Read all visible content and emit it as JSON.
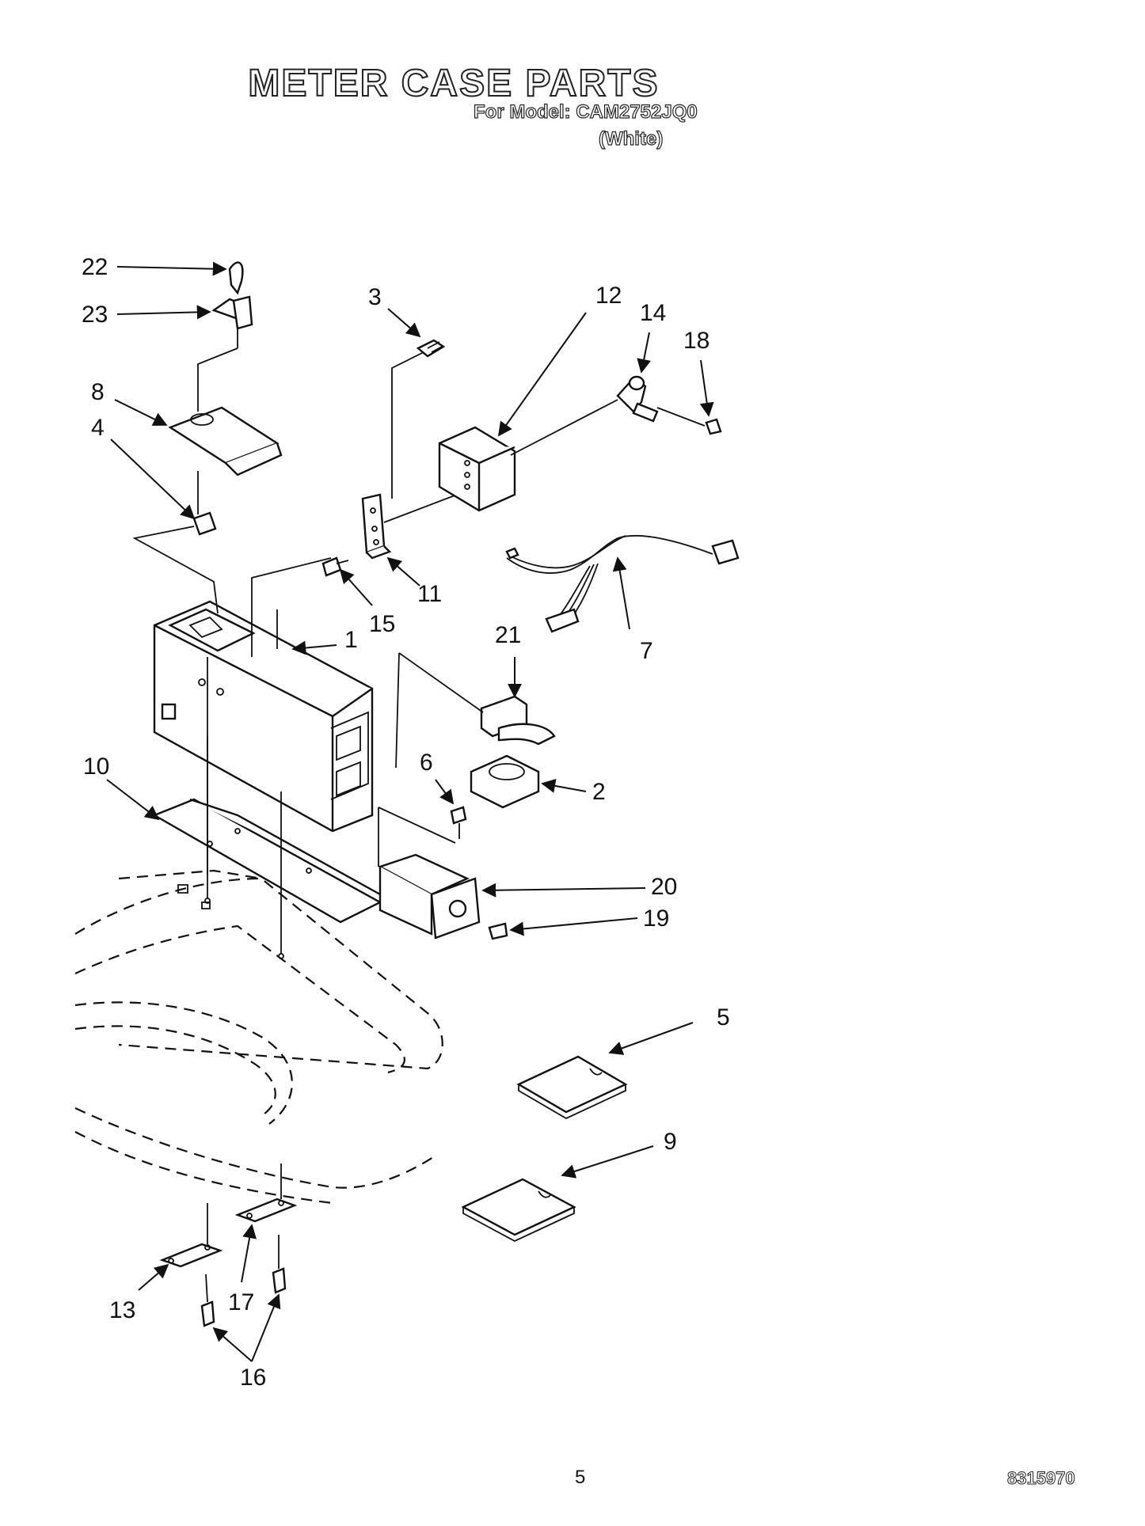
{
  "header": {
    "title": "METER CASE PARTS",
    "model_line": "For Model: CAM2752JQ0",
    "color_line": "(White)"
  },
  "callouts": [
    "1",
    "2",
    "3",
    "4",
    "5",
    "6",
    "7",
    "8",
    "9",
    "10",
    "11",
    "12",
    "13",
    "14",
    "15",
    "16",
    "17",
    "18",
    "19",
    "20",
    "21",
    "22",
    "23"
  ],
  "footer": {
    "page_number": "5",
    "document_number": "8315970"
  }
}
